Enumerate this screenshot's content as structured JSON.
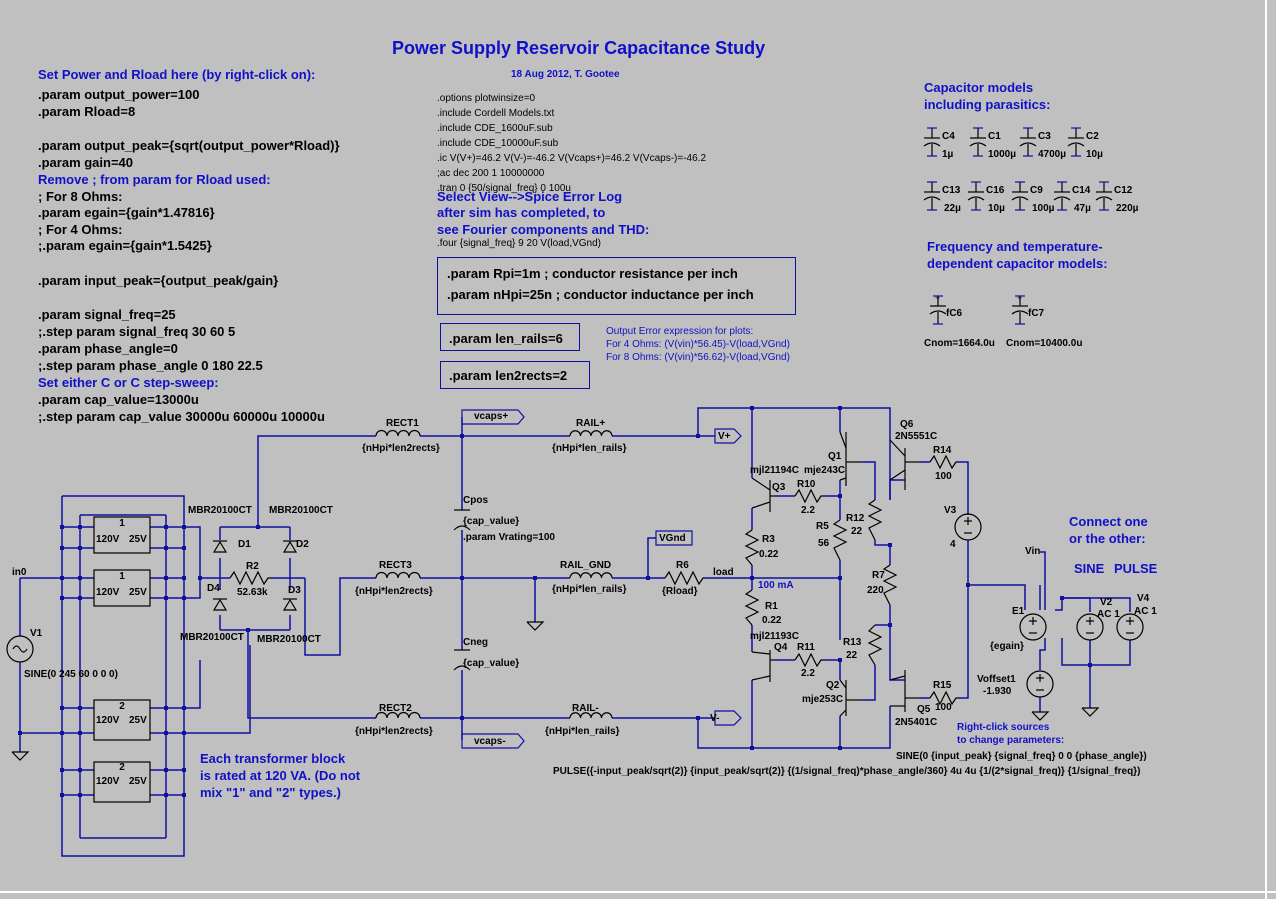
{
  "title": "Power Supply Reservoir  Capacitance Study",
  "date_author": "18 Aug 2012, T. Gootee",
  "params_left": {
    "heading": "Set Power and Rload here (by right-click on):",
    "output_power": ".param output_power=100",
    "rload": ".param Rload=8",
    "output_peak": ".param output_peak={sqrt(output_power*Rload)}",
    "gain": ".param gain=40",
    "remove_note": " Remove ; from param for Rload used:",
    "for8": "; For 8 Ohms:",
    "egain8": ".param egain={gain*1.47816}",
    "for4": "; For 4 Ohms:",
    "egain4": ";.param egain={gain*1.5425}",
    "input_peak": ".param input_peak={output_peak/gain}",
    "signal_freq": ".param signal_freq=25",
    "step_freq": ";.step param signal_freq 30 60 5",
    "phase_angle": ".param phase_angle=0",
    "step_phase": ";.step param phase_angle 0 180 22.5",
    "set_either": " Set either C or C step-sweep:",
    "cap_value": ".param cap_value=13000u",
    "step_cap": ";.step param cap_value 30000u 60000u 10000u"
  },
  "directives": {
    "l1": ".options plotwinsize=0",
    "l2": ".include Cordell Models.txt",
    "l3": ".include CDE_1600uF.sub",
    "l4": ".include CDE_10000uF.sub",
    "l5": ".ic V(V+)=46.2  V(V-)=-46.2 V(Vcaps+)=46.2 V(Vcaps-)=-46.2",
    "l6": " ;ac dec 200 1 10000000",
    "l7": ".tran 0 {50/signal_freq} 0 100u",
    "view1": "Select View-->Spice Error Log",
    "view2": "after sim has completed, to",
    "view3": "see Fourier components and THD:",
    "four": ".four {signal_freq} 9 20 V(load,VGnd)"
  },
  "param_boxes": {
    "rpi": ".param Rpi=1m ; conductor resistance per inch",
    "nhpi": ".param nHpi=25n ; conductor inductance per inch",
    "len_rails": ".param len_rails=6",
    "len2rects": ".param len2rects=2"
  },
  "error_expr": {
    "l1": "Output Error expression for plots:",
    "l2": "For 4 Ohms: (V(vin)*56.45)-V(load,VGnd)",
    "l3": "For 8 Ohms: (V(vin)*56.62)-V(load,VGnd)"
  },
  "cap_models": {
    "heading1": "Capacitor models",
    "heading2": "including parasitics:",
    "row1": [
      {
        "name": "C4",
        "value": "1µ"
      },
      {
        "name": "C1",
        "value": "1000µ"
      },
      {
        "name": "C3",
        "value": "4700µ"
      },
      {
        "name": "C2",
        "value": "10µ"
      }
    ],
    "row2": [
      {
        "name": "C13",
        "value": "22µ"
      },
      {
        "name": "C16",
        "value": "10µ"
      },
      {
        "name": "C9",
        "value": "100µ"
      },
      {
        "name": "C14",
        "value": "47µ"
      },
      {
        "name": "C12",
        "value": "220µ"
      }
    ],
    "freq_heading1": "Frequency and temperature-",
    "freq_heading2": "dependent capacitor models:",
    "fcaps": [
      {
        "name": "fC6",
        "cnom": "Cnom=1664.0u"
      },
      {
        "name": "fC7",
        "cnom": "Cnom=10400.0u"
      }
    ]
  },
  "supply": {
    "in0": "in0",
    "v1": "V1",
    "v1_value": "SINE(0 245 60 0 0 0)",
    "transformers": [
      {
        "num": "1",
        "primary": "120V",
        "secondary": "25V"
      },
      {
        "num": "1",
        "primary": "120V",
        "secondary": "25V"
      },
      {
        "num": "2",
        "primary": "120V",
        "secondary": "25V"
      },
      {
        "num": "2",
        "primary": "120V",
        "secondary": "25V"
      }
    ],
    "note1": "Each transformer block",
    "note2": "is rated at 120 VA. (Do not",
    "note3": "mix \"1\" and \"2\" types.)",
    "diodes": [
      "D1",
      "D2",
      "D3",
      "D4"
    ],
    "diode_model": "MBR20100CT",
    "r2": "R2",
    "r2_value": "52.63k",
    "rect1": "RECT1",
    "rect2": "RECT2",
    "rect3": "RECT3",
    "rect_value": "{nHpi*len2rects}",
    "vcaps_plus": "vcaps+",
    "vcaps_minus": "vcaps-",
    "cpos": "Cpos",
    "cneg": "Cneg",
    "cap_value": "{cap_value}",
    "vrating": ".param Vrating=100",
    "rail_plus": "RAIL+",
    "rail_minus": "RAIL-",
    "rail_gnd": "RAIL_GND",
    "rail_value": "{nHpi*len_rails}",
    "vgnd": "VGnd",
    "vplus": "V+",
    "vminus": "V-"
  },
  "amp": {
    "r6": "R6",
    "r6_value": "{Rload}",
    "load": "load",
    "q3": "Q3",
    "q3_model": "mjl21194C",
    "q4": "Q4",
    "q4_model": "mjl21193C",
    "q1": "Q1",
    "q1_model": "mje243C",
    "q2": "Q2",
    "q2_model": "mje253C",
    "q5": "Q5",
    "q5_model": "2N5401C",
    "q6": "Q6",
    "q6_model": "2N5551C",
    "r1": "R1",
    "r1_value": "0.22",
    "r3": "R3",
    "r3_value": "0.22",
    "bias": "100 mA",
    "r10": "R10",
    "r10_value": "2.2",
    "r11": "R11",
    "r11_value": "2.2",
    "r5": "R5",
    "r5_value": "56",
    "r12": "R12",
    "r12_value": "22",
    "r13": "R13",
    "r13_value": "22",
    "r7": "R7",
    "r7_value": "220",
    "r14": "R14",
    "r14_value": "100",
    "r15": "R15",
    "r15_value": "100",
    "v3": "V3",
    "v3_value": "4"
  },
  "sources": {
    "connect1": "Connect one",
    "connect2": "or the other:",
    "sine": "SINE",
    "pulse": "PULSE",
    "vin": "Vin",
    "e1": "E1",
    "egain": "{egain}",
    "v2": "V2",
    "v2_ac": "AC 1",
    "v4": "V4",
    "v4_ac": "AC 1",
    "voffset": "Voffset1",
    "voffset_value": "-1.930",
    "rightclick1": "Right-click sources",
    "rightclick2": "to change parameters:",
    "sine_expr": "SINE(0 {input_peak} {signal_freq} 0 0 {phase_angle})",
    "pulse_expr": "PULSE({-input_peak/sqrt(2)} {input_peak/sqrt(2)} {(1/signal_freq)*phase_angle/360} 4u 4u {1/(2*signal_freq)} {1/signal_freq})"
  },
  "colors": {
    "background": "#c0c0c0",
    "wire": "#1010a0",
    "component": "#000000",
    "heading": "#1010c8"
  }
}
